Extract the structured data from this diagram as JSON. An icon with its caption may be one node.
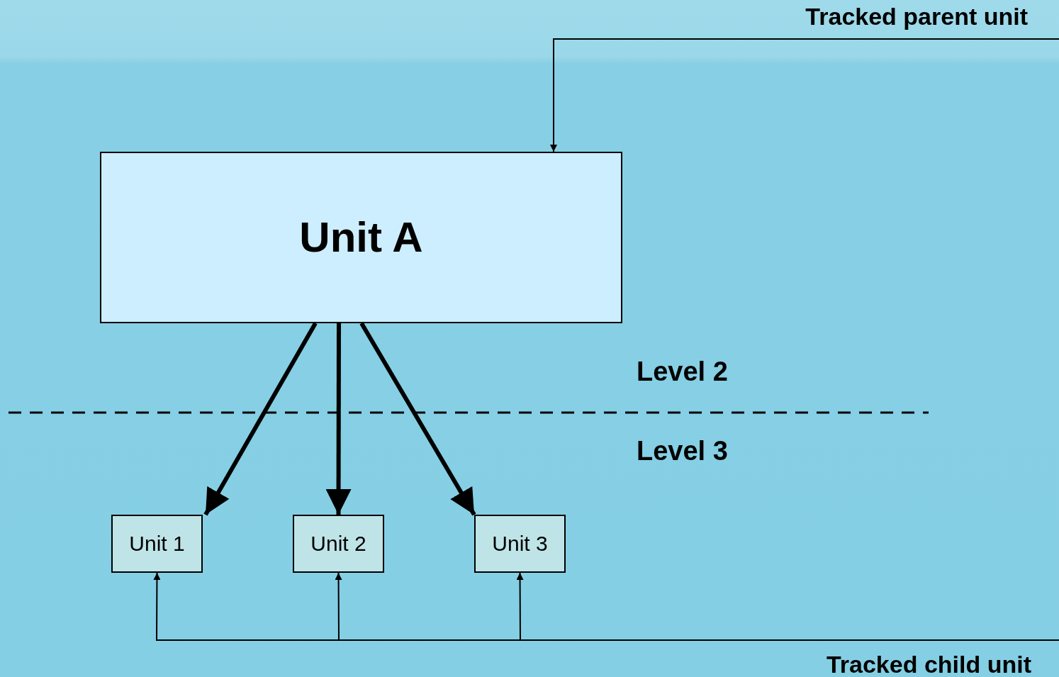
{
  "diagram": {
    "nodes": [
      {
        "text": [
          "Tracked parent unit"
        ]
      },
      {
        "text": [
          "Unit A"
        ]
      },
      {
        "text": [
          "Unit 1"
        ]
      },
      {
        "text": [
          "Unit 2"
        ]
      },
      {
        "text": [
          "Unit 3"
        ]
      },
      {
        "text": [
          "Tracked child unit"
        ]
      }
    ],
    "edges": [
      {
        "from": 0,
        "to": 1,
        "arrow": "to"
      },
      {
        "from": 1,
        "to": 2,
        "arrow": "to",
        "style": "thick"
      },
      {
        "from": 1,
        "to": 3,
        "arrow": "to",
        "style": "thick"
      },
      {
        "from": 1,
        "to": 4,
        "arrow": "to",
        "style": "thick"
      },
      {
        "from": 5,
        "to": 2,
        "arrow": "to"
      },
      {
        "from": 5,
        "to": 3,
        "arrow": "to"
      },
      {
        "from": 5,
        "to": 4,
        "arrow": "to"
      }
    ],
    "labels": [
      "Level 2",
      "Level 3"
    ]
  }
}
